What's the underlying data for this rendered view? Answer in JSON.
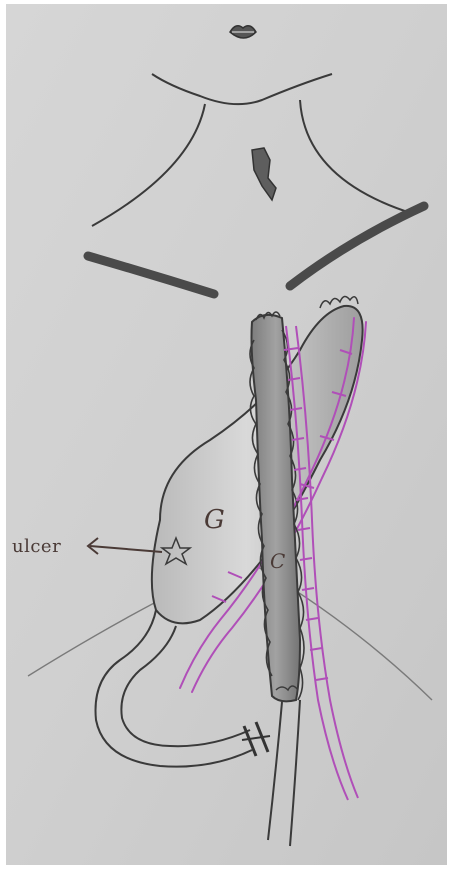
{
  "labels": {
    "ulcer": "ulcer",
    "stomach": "G",
    "colon": "C"
  },
  "colors": {
    "paper": "#cfcfcf",
    "ink": "#3a3a3a",
    "pencil_gray": "#8e8e8e",
    "vessel_purple": "#b04fb8",
    "label_ink": "#4a3a36"
  }
}
